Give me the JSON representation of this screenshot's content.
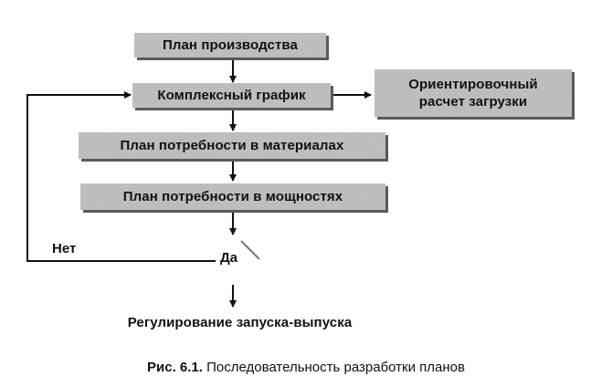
{
  "nodes": {
    "production_plan": "План производства",
    "master_schedule": "Комплексный график",
    "load_calc_line1": "Ориентировочный",
    "load_calc_line2": "расчет загрузки",
    "material_plan": "План потребности в материалах",
    "capacity_plan": "План потребности в мощностях",
    "release_control": "Регулирование запуска-выпуска"
  },
  "decision": {
    "yes_label": "Да",
    "no_label": "Нет"
  },
  "caption": {
    "number": "Рис. 6.1.",
    "text": "Последовательность разработки планов"
  }
}
